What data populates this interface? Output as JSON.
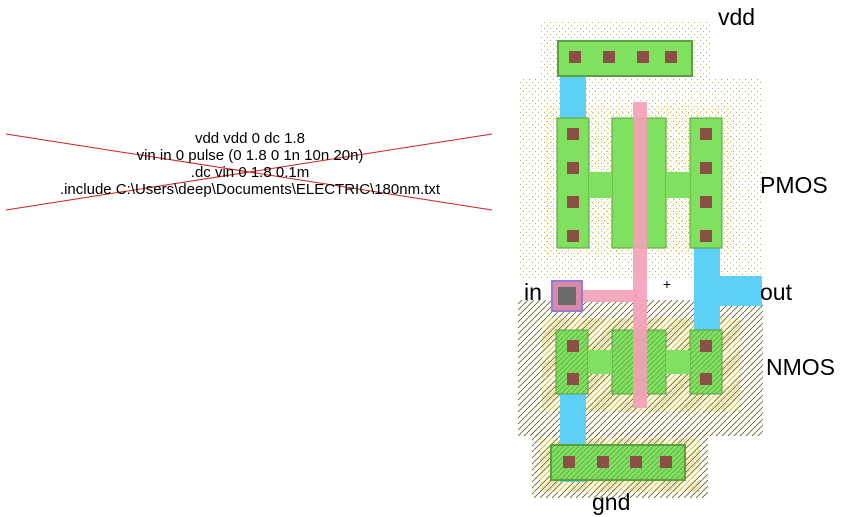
{
  "spice_block": {
    "lines": [
      "vdd vdd 0 dc 1.8",
      "vin in 0 pulse (0 1.8 0 1n 10n 20n)",
      ".dc vin 0 1.8 0.1m",
      ".include C:\\Users\\deep\\Documents\\ELECTRIC\\180nm.txt"
    ]
  },
  "labels": {
    "vdd": "vdd",
    "pmos": "PMOS",
    "in": "in",
    "out": "out",
    "nmos": "NMOS",
    "gnd": "gnd"
  },
  "origin_marker": "+",
  "colors": {
    "metal1": "#5ecff5",
    "active": "#80e060",
    "poly": "#f4a0b8",
    "contact": "#8a4f45",
    "select_yellow": "#f0e060",
    "well_dots": "#c8c070",
    "well_hatch": "#6a5a20",
    "strike_line": "#d02020"
  }
}
